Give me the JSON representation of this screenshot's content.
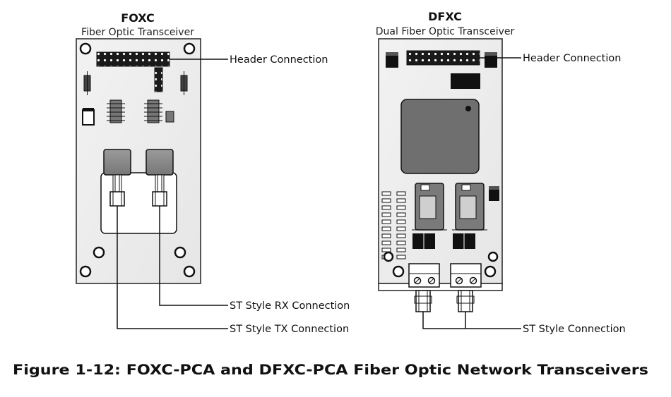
{
  "foxc": {
    "title": "FOXC",
    "subtitle": "Fiber Optic Transceiver",
    "header_label": "Header Connection",
    "rx_label": "ST Style RX Connection",
    "tx_label": "ST Style TX Connection"
  },
  "dfxc": {
    "title": "DFXC",
    "subtitle": "Dual Fiber Optic Transceiver",
    "header_label": "Header Connection",
    "st_label": "ST Style Connection"
  },
  "caption": "Figure 1-12:  FOXC-PCA and DFXC-PCA Fiber Optic Network Transceivers"
}
